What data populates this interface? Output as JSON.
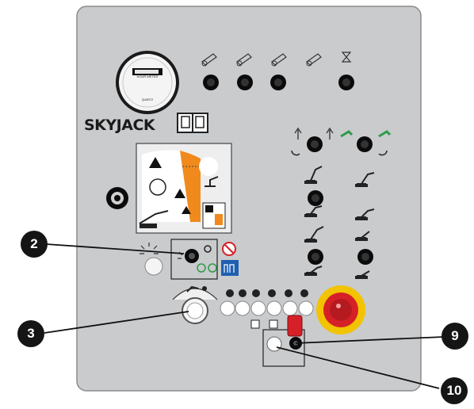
{
  "brand": {
    "logo_text": "SKYJACK"
  },
  "hour_meter": {
    "label": "HOUR METER",
    "sub_label": "QUARTZ"
  },
  "callouts": [
    {
      "id": "c2",
      "label": "2"
    },
    {
      "id": "c3",
      "label": "3"
    },
    {
      "id": "c9",
      "label": "9"
    },
    {
      "id": "c10",
      "label": "10"
    }
  ],
  "colors": {
    "panel": "#c9cbcd",
    "panel_border": "#8a8c8f",
    "knob": "#0b0b0b",
    "estop_red": "#d62027",
    "estop_ring": "#f2c300",
    "warning_orange": "#f08a1c",
    "info_blue": "#1f5fb0",
    "callout_bg": "#151515",
    "indicator_green": "#2e9b48"
  },
  "icons": [
    "hour-meter-icon",
    "manual-book-icon",
    "drive-speed-icon",
    "warning-decal-icon",
    "beacon-icon",
    "key-switch-icon",
    "no-smoking-icon",
    "info-decal-icon",
    "emergency-stop-icon",
    "boom-function-icon",
    "platform-rotate-icon"
  ]
}
